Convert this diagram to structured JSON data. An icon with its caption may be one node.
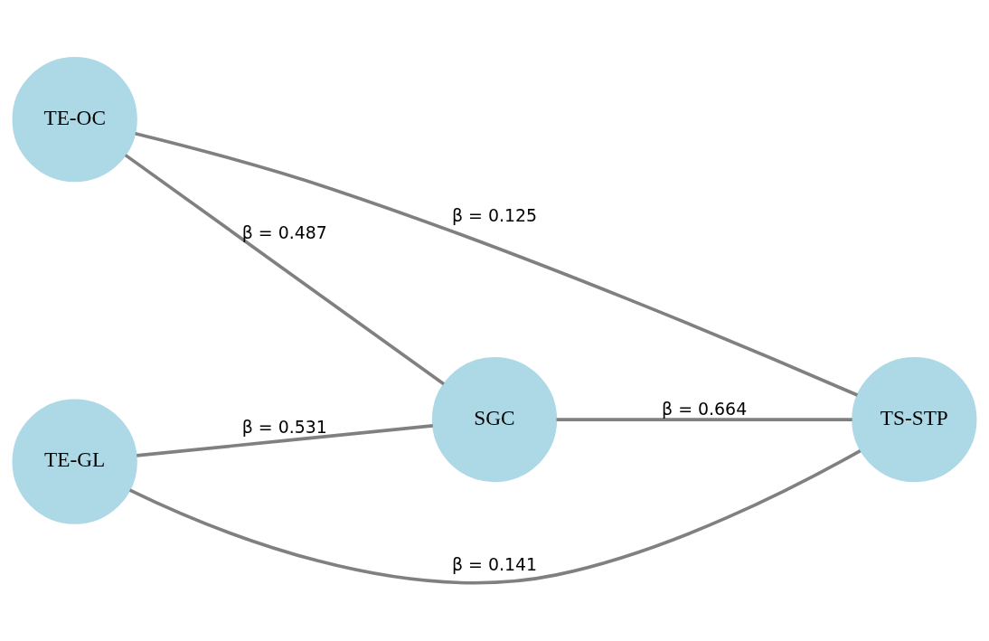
{
  "diagram": {
    "nodes": [
      {
        "text": [
          "TE-OC"
        ]
      },
      {
        "text": [
          "SGC"
        ]
      },
      {
        "text": [
          "TS-STP"
        ]
      },
      {
        "text": [
          "TE-GL"
        ]
      }
    ],
    "edges": [
      {
        "from": 0,
        "to": 1,
        "arrow": "none",
        "label": "β = 0.487"
      },
      {
        "from": 0,
        "to": 2,
        "arrow": "none",
        "label": "β = 0.125"
      },
      {
        "from": 1,
        "to": 2,
        "arrow": "none",
        "label": "β = 0.664"
      },
      {
        "from": 3,
        "to": 1,
        "arrow": "none",
        "label": "β = 0.531"
      },
      {
        "from": 3,
        "to": 2,
        "arrow": "none",
        "label": "β = 0.141"
      }
    ]
  }
}
